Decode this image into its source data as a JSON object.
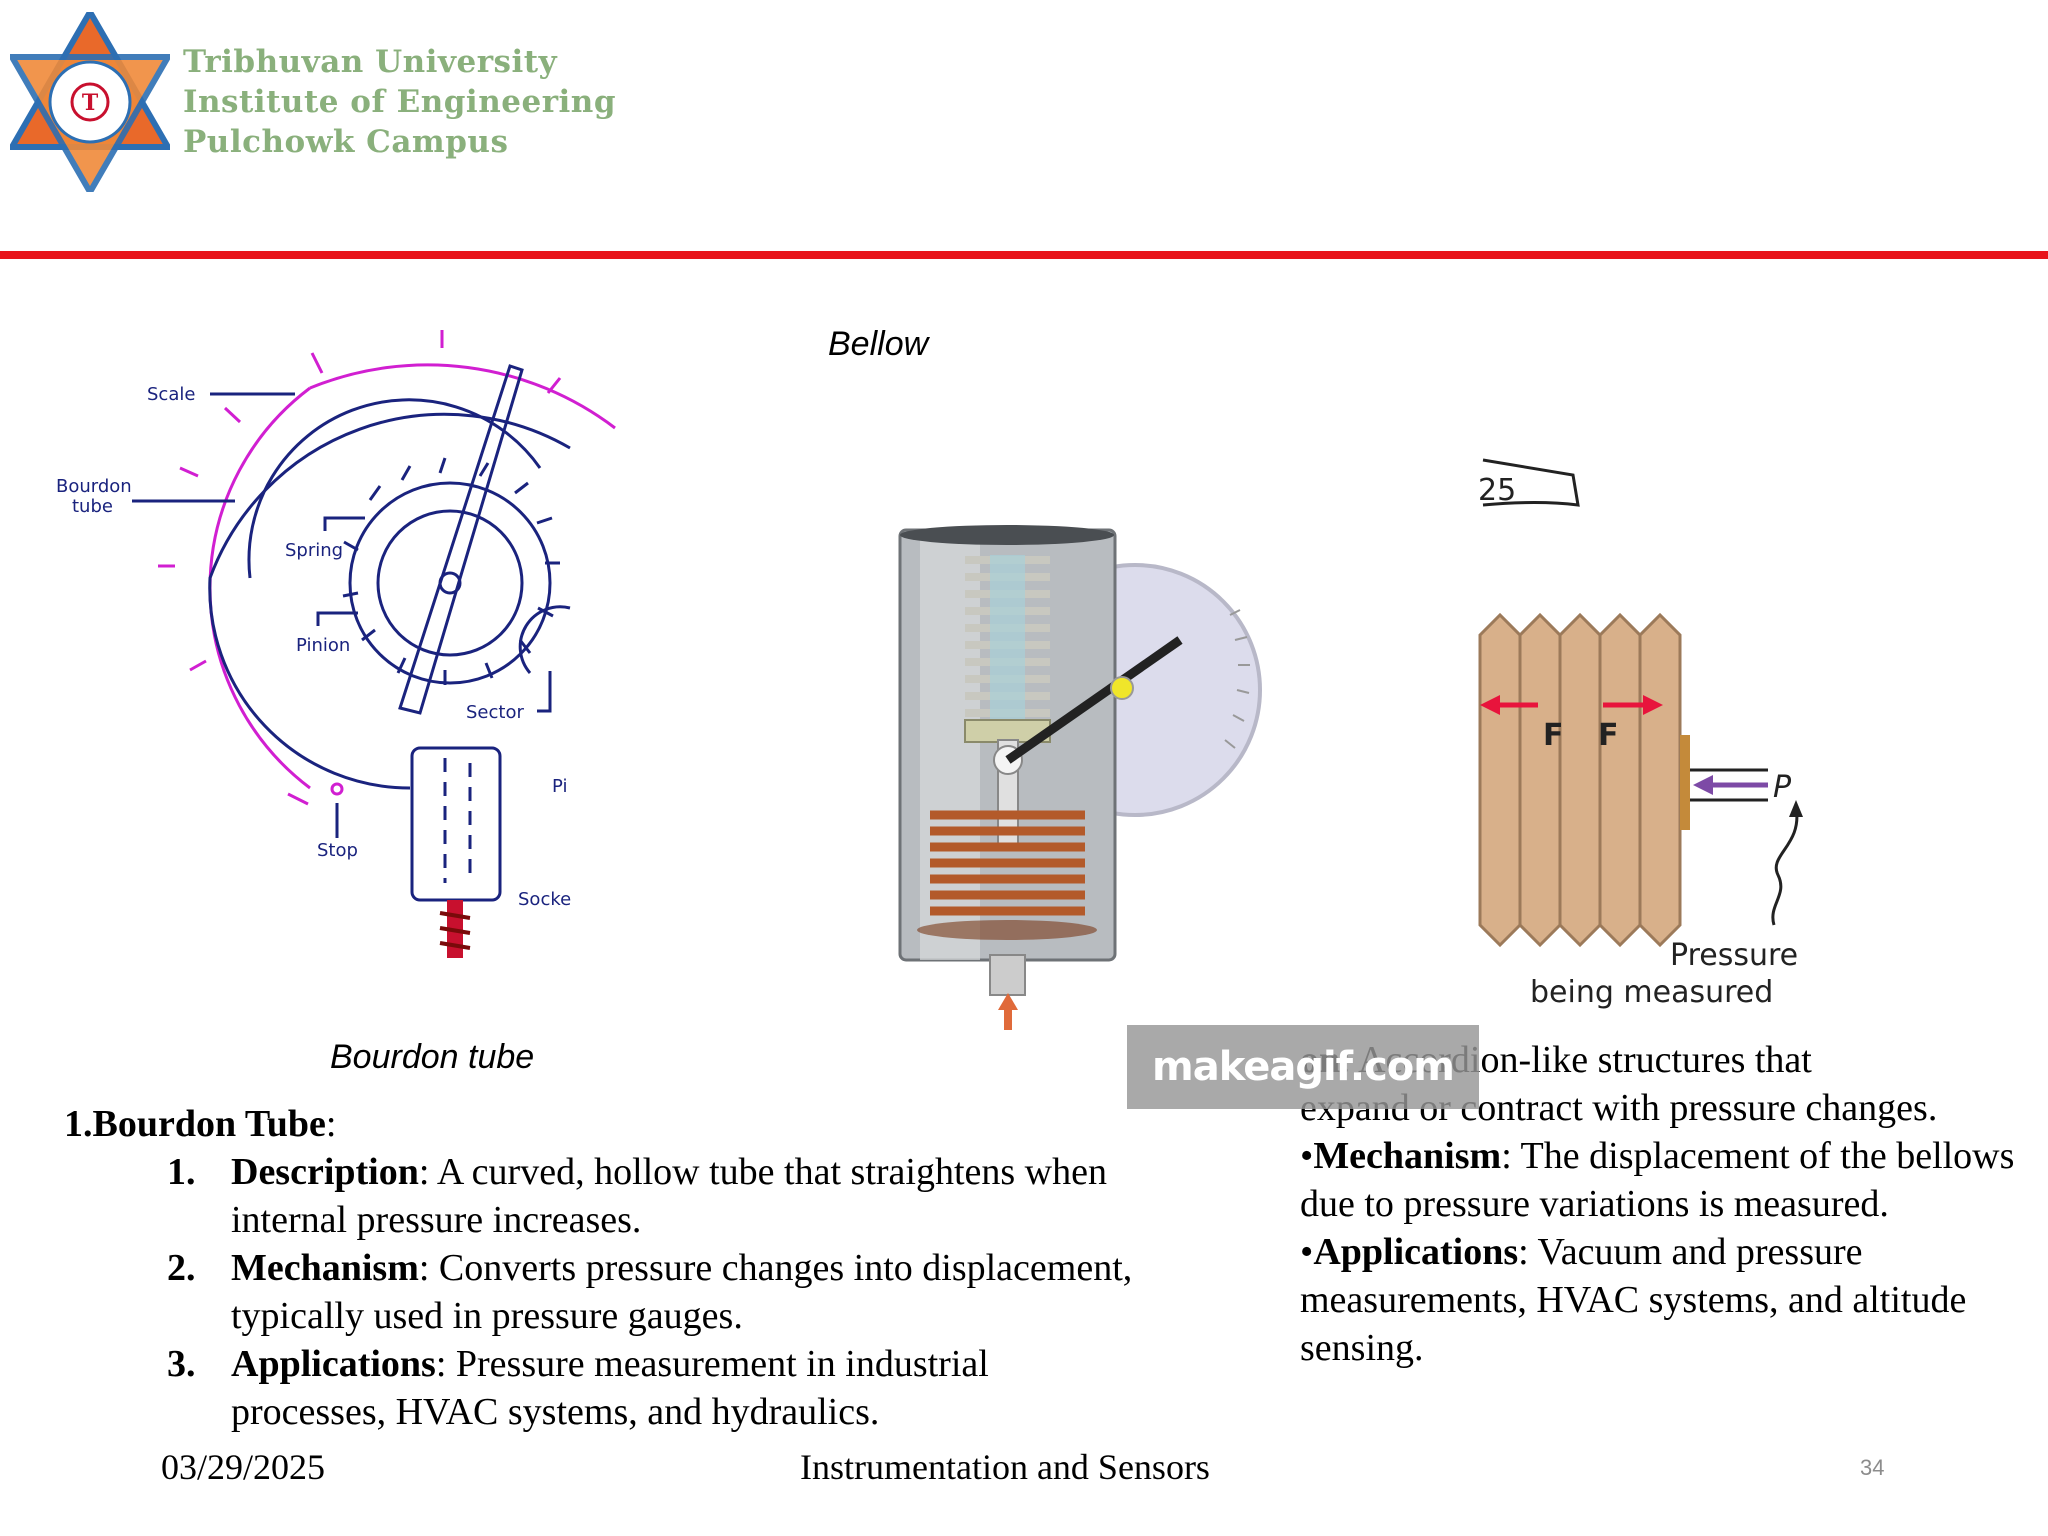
{
  "header": {
    "logo_lines": [
      "Tribhuvan University",
      "Institute of  Engineering",
      "Pulchowk Campus"
    ]
  },
  "figures": {
    "bourdon": {
      "caption": "Bourdon tube",
      "labels": {
        "scale": "Scale",
        "bourdon_tube_1": "Bourdon",
        "bourdon_tube_2": "tube",
        "spring": "Spring",
        "pinion": "Pinion",
        "sector": "Sector",
        "stop": "Stop",
        "pi": "Pi",
        "socket": "Socke"
      }
    },
    "bellow": {
      "caption": "Bellow"
    },
    "accordion": {
      "dial_number": "25",
      "force_label_left": "F",
      "force_label_right": "F",
      "pressure_symbol": "P",
      "pressure_caption_1": "Pressure",
      "pressure_caption_2": "being measured"
    }
  },
  "left_section": {
    "heading_bold": "1.Bourdon Tube",
    "heading_rest": ":",
    "items": [
      {
        "num": "1.",
        "term": "Description",
        "text": ": A curved, hollow tube that straightens when internal pressure increases."
      },
      {
        "num": "2.",
        "term": "Mechanism",
        "text": ": Converts pressure changes into displacement, typically used in pressure gauges."
      },
      {
        "num": "3.",
        "term": "Applications",
        "text": ": Pressure measurement in industrial processes, HVAC systems, and hydraulics."
      }
    ]
  },
  "right_section": {
    "line1_bold": "on",
    "line1_rest": ": Accordion-like structures that",
    "line2": "expand or contract with pressure changes.",
    "mech_bullet": "•",
    "mech_term": "Mechanism",
    "mech_text": ": The displacement of the bellows due to pressure variations is measured.",
    "app_bullet": "•",
    "app_term": "Applications",
    "app_text": ": Vacuum and pressure measurements, HVAC systems, and altitude sensing."
  },
  "watermark": "makeagif.com",
  "footer": {
    "date": "03/29/2025",
    "title": "Instrumentation and Sensors",
    "page": "34"
  },
  "colors": {
    "rule_red": "#e8141b",
    "logo_green": "#8ab07c",
    "diagram_blue": "#1a237e",
    "scale_magenta": "#d11fd1"
  }
}
